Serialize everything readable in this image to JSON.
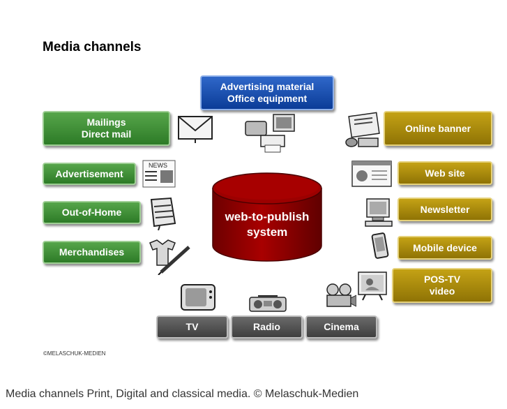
{
  "title": "Media channels",
  "center": {
    "label": "web-to-publish\nsystem",
    "color": "#8b0000"
  },
  "top_box": {
    "label": "Advertising material\nOffice equipment",
    "color": "#1f4fad"
  },
  "left_boxes": [
    {
      "label": "Mailings\nDirect mail"
    },
    {
      "label": "Advertisement"
    },
    {
      "label": "Out-of-Home"
    },
    {
      "label": "Merchandises"
    }
  ],
  "right_boxes": [
    {
      "label": "Online banner"
    },
    {
      "label": "Web site"
    },
    {
      "label": "Newsletter"
    },
    {
      "label": "Mobile device"
    },
    {
      "label": "POS-TV\nvideo"
    }
  ],
  "bottom_boxes": [
    {
      "label": "TV"
    },
    {
      "label": "Radio"
    },
    {
      "label": "Cinema"
    }
  ],
  "icons": [
    "envelope-icon",
    "newspaper-icon",
    "billboard-icon",
    "tshirt-pen-icon",
    "office-equipment-icon",
    "newspaper-stack-icon",
    "website-icon",
    "computer-icon",
    "mobile-phone-icon",
    "tv-video-icon",
    "television-icon",
    "radio-icon",
    "film-camera-icon"
  ],
  "copyright": "©MELASCHUK-MEDIEN",
  "caption": "Media channels Print, Digital and classical media. © Melaschuk-Medien",
  "colors": {
    "green": "#3a8a33",
    "gold": "#a8870c",
    "blue": "#1f4fad",
    "dark": "#555555",
    "cylinder": "#8b0000"
  }
}
